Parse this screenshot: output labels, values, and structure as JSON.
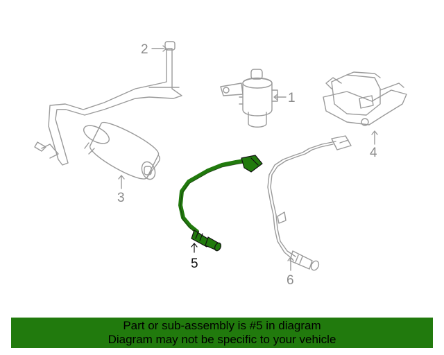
{
  "diagram": {
    "callouts": [
      {
        "id": "1",
        "label": "1"
      },
      {
        "id": "2",
        "label": "2"
      },
      {
        "id": "3",
        "label": "3"
      },
      {
        "id": "4",
        "label": "4"
      },
      {
        "id": "5",
        "label": "5",
        "highlighted": true
      },
      {
        "id": "6",
        "label": "6"
      }
    ],
    "highlight_color": "#217a0d",
    "line_color": "#9a9a9a"
  },
  "banner": {
    "line1": "Part or sub-assembly is #5 in diagram",
    "line2": "Diagram may not be specific to your vehicle",
    "background": "#217a0d"
  }
}
